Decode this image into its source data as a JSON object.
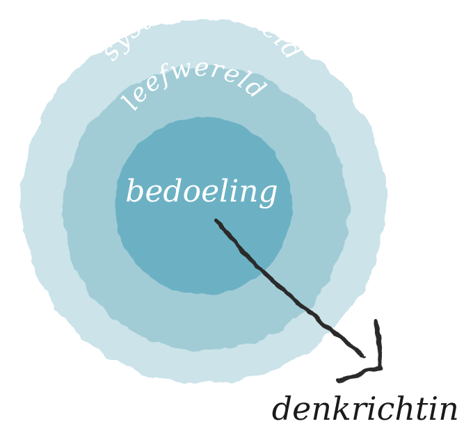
{
  "diagram": {
    "rings": [
      {
        "label": "systeemwereld",
        "color": "#c9e2e8"
      },
      {
        "label": "leefwereld",
        "color": "#9fcbd6"
      },
      {
        "label": "bedoeling",
        "color": "#6ab0c3"
      }
    ],
    "arrow": {
      "label": "denkrichting",
      "color": "#2a2a2a"
    },
    "label_color_light": "#ffffff",
    "label_color_dark": "#1a1a1a"
  }
}
